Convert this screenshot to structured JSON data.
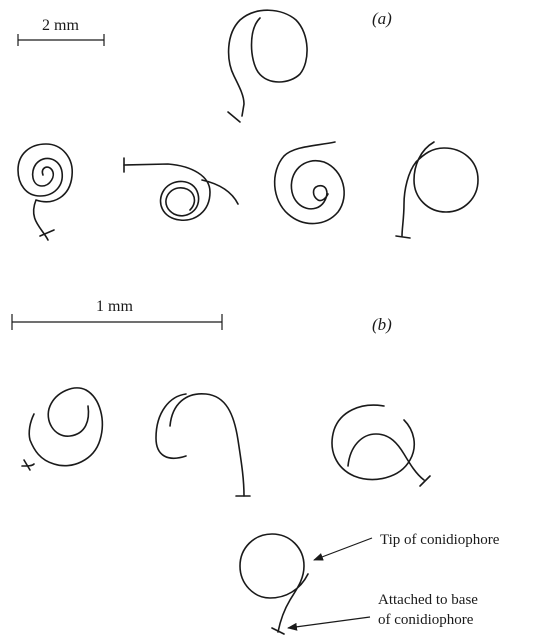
{
  "panel_a": {
    "label": "(a)",
    "scale_label": "2 mm"
  },
  "panel_b": {
    "label": "(b)",
    "scale_label": "1 mm",
    "annotation_tip": "Tip of conidiophore",
    "annotation_base_line1": "Attached to base",
    "annotation_base_line2": "of conidiophore"
  }
}
